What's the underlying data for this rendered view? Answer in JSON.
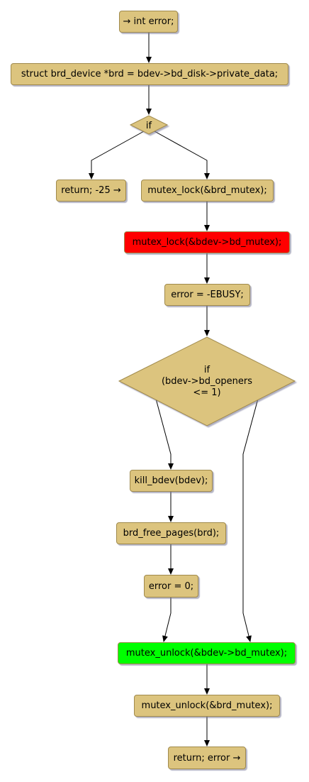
{
  "diagram": {
    "start": "→ int error;",
    "assign_brd": "struct brd_device *brd = bdev->bd_disk->private_data;",
    "if1": "if",
    "return_early": "return; -25 →",
    "mutex_lock_brd": "mutex_lock(&brd_mutex);",
    "mutex_lock_bdev": "mutex_lock(&bdev->bd_mutex);",
    "error_ebusy": "error = -EBUSY;",
    "if2_line1": "if",
    "if2_line2": "(bdev->bd_openers",
    "if2_line3": "<= 1)",
    "kill_bdev": "kill_bdev(bdev);",
    "brd_free_pages": "brd_free_pages(brd);",
    "error_zero": "error = 0;",
    "mutex_unlock_bdev": "mutex_unlock(&bdev->bd_mutex);",
    "mutex_unlock_brd": "mutex_unlock(&brd_mutex);",
    "return_error": "return; error →"
  },
  "colors": {
    "node_fill": "#dcc47e",
    "highlight_lock": "#ff0000",
    "highlight_unlock": "#00ff00"
  }
}
